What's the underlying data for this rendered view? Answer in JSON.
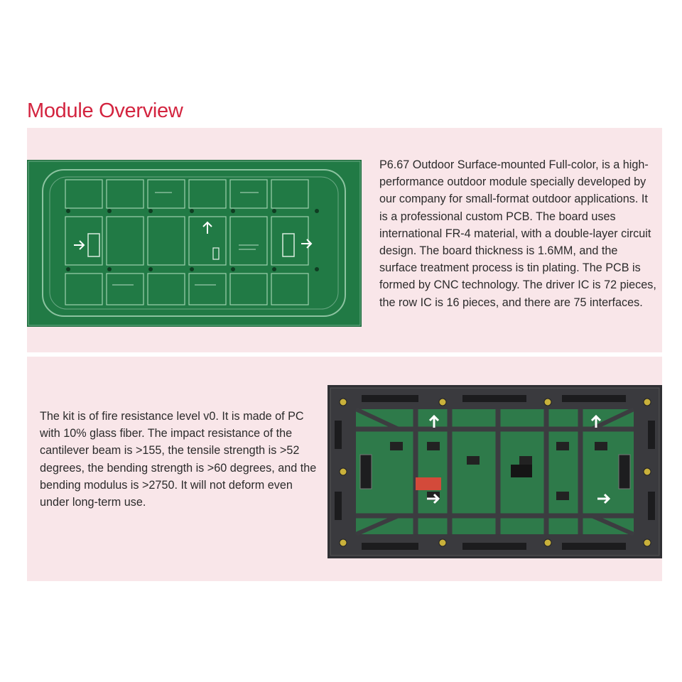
{
  "section": {
    "title": "Module Overview"
  },
  "pcb_block": {
    "description": "P6.67 Outdoor Surface-mounted Full-color, is a high-performance outdoor module specially developed by our company for small-format outdoor applications. It is a professional custom PCB. The board uses international FR-4 material, with a double-layer circuit design. The board thickness is 1.6MM, and the surface treatment process is tin plating. The PCB is formed by CNC technology. The driver IC is 72 pieces, the row IC is 16 pieces, and there are 75 interfaces."
  },
  "kit_block": {
    "description": "The kit is of fire resistance level v0. It is made of PC with 10% glass fiber. The impact resistance of the cantilever beam is >155, the tensile strength is >52 degrees, the bending strength is >60 degrees, and the bending modulus is >2750. It will not deform even under long-term use."
  },
  "colors": {
    "title": "#d3243f",
    "panel_background": "#f9e6e9",
    "pcb_green": "#1f7a45",
    "module_frame": "#3a3a3a"
  },
  "icons": {
    "pcb_image": "green-pcb-board",
    "module_image": "led-module-back-frame"
  }
}
